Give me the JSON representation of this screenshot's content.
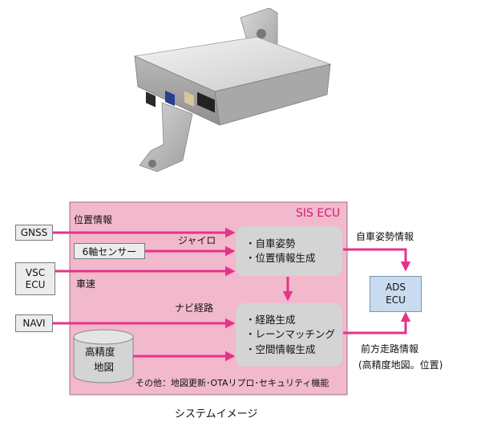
{
  "ecu": {
    "name": "SIS ECU",
    "footer": "その他：地図更新･OTAリプロ･セキュリティ機能"
  },
  "inputs": {
    "gnss": "GNSS",
    "six_axis": "6軸センサー",
    "vsc": [
      "VSC",
      "ECU"
    ],
    "navi": "NAVI"
  },
  "signals": {
    "position": "位置情報",
    "gyro": "ジャイロ",
    "speed": "車速",
    "route": "ナビ経路",
    "vehicle_pose": "自車姿勢情報",
    "forward_path": "前方走路情報",
    "forward_path_detail": "(高精度地図。位置)"
  },
  "process_top": [
    "・自車姿勢",
    "・位置情報生成"
  ],
  "process_bottom": [
    "・経路生成",
    "・レーンマッチング",
    "・空間情報生成"
  ],
  "map_db": [
    "高精度",
    "地図"
  ],
  "ads": [
    "ADS",
    "ECU"
  ],
  "caption": "システムイメージ",
  "colors": {
    "ecu_fill": "#f2b8cc",
    "ecu_border": "#9a6f80",
    "arrow": "#e5338a",
    "ecu_label": "#cc1f74",
    "process_fill": "#d4d4d4",
    "ads_fill": "#c9dcef"
  }
}
